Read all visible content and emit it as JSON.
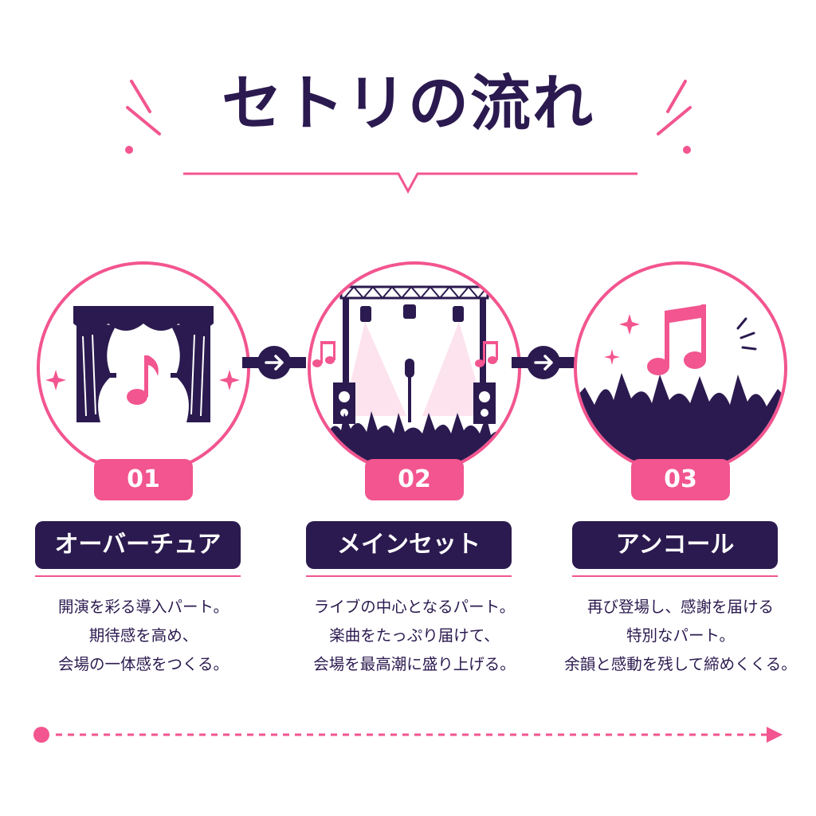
{
  "title": "セトリの流れ",
  "colors": {
    "navy": "#2b1a4f",
    "pink": "#f2558f",
    "light_pink": "#fde3ee"
  },
  "steps": [
    {
      "number": "01",
      "name": "オーバーチュア",
      "icon": "curtain-icon",
      "lines": [
        "開演を彩る導入パート。",
        "期待感を高め、",
        "会場の一体感をつくる。"
      ]
    },
    {
      "number": "02",
      "name": "メインセット",
      "icon": "stage-icon",
      "lines": [
        "ライブの中心となるパート。",
        "楽曲をたっぷり届けて、",
        "会場を最高潮に盛り上げる。"
      ]
    },
    {
      "number": "03",
      "name": "アンコール",
      "icon": "crowd-icon",
      "lines": [
        "再び登場し、感謝を届ける",
        "特別なパート。",
        "余韻と感動を残して締めくくる。"
      ]
    }
  ]
}
